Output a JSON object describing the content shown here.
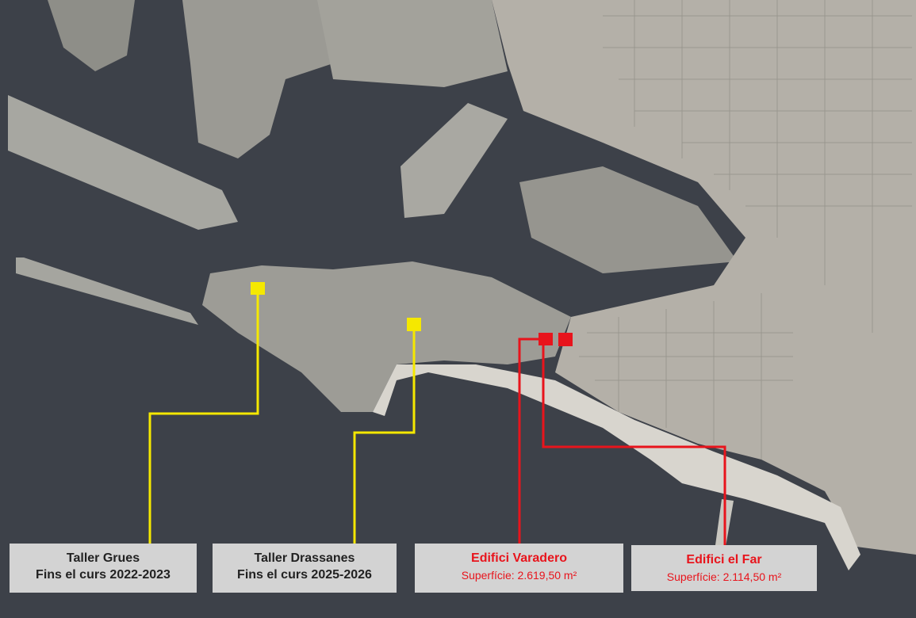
{
  "labels": {
    "grues": {
      "line1": "Taller Grues",
      "line2": "Fins el curs 2022-2023"
    },
    "drassanes": {
      "line1": "Taller Drassanes",
      "line2": "Fins el curs 2025-2026"
    },
    "varadero": {
      "line1": "Edifici Varadero",
      "line2": "Superfície: 2.619,50 m²"
    },
    "far": {
      "line1": "Edifici el Far",
      "line2": "Superfície: 2.114,50 m²"
    }
  },
  "colors": {
    "sea": "#3b3f46",
    "land": "#9a9a94",
    "city": "#b8b4ac",
    "marker_yellow": "#f5e800",
    "marker_red": "#e8141c",
    "label_bg": "#d3d3d3"
  }
}
